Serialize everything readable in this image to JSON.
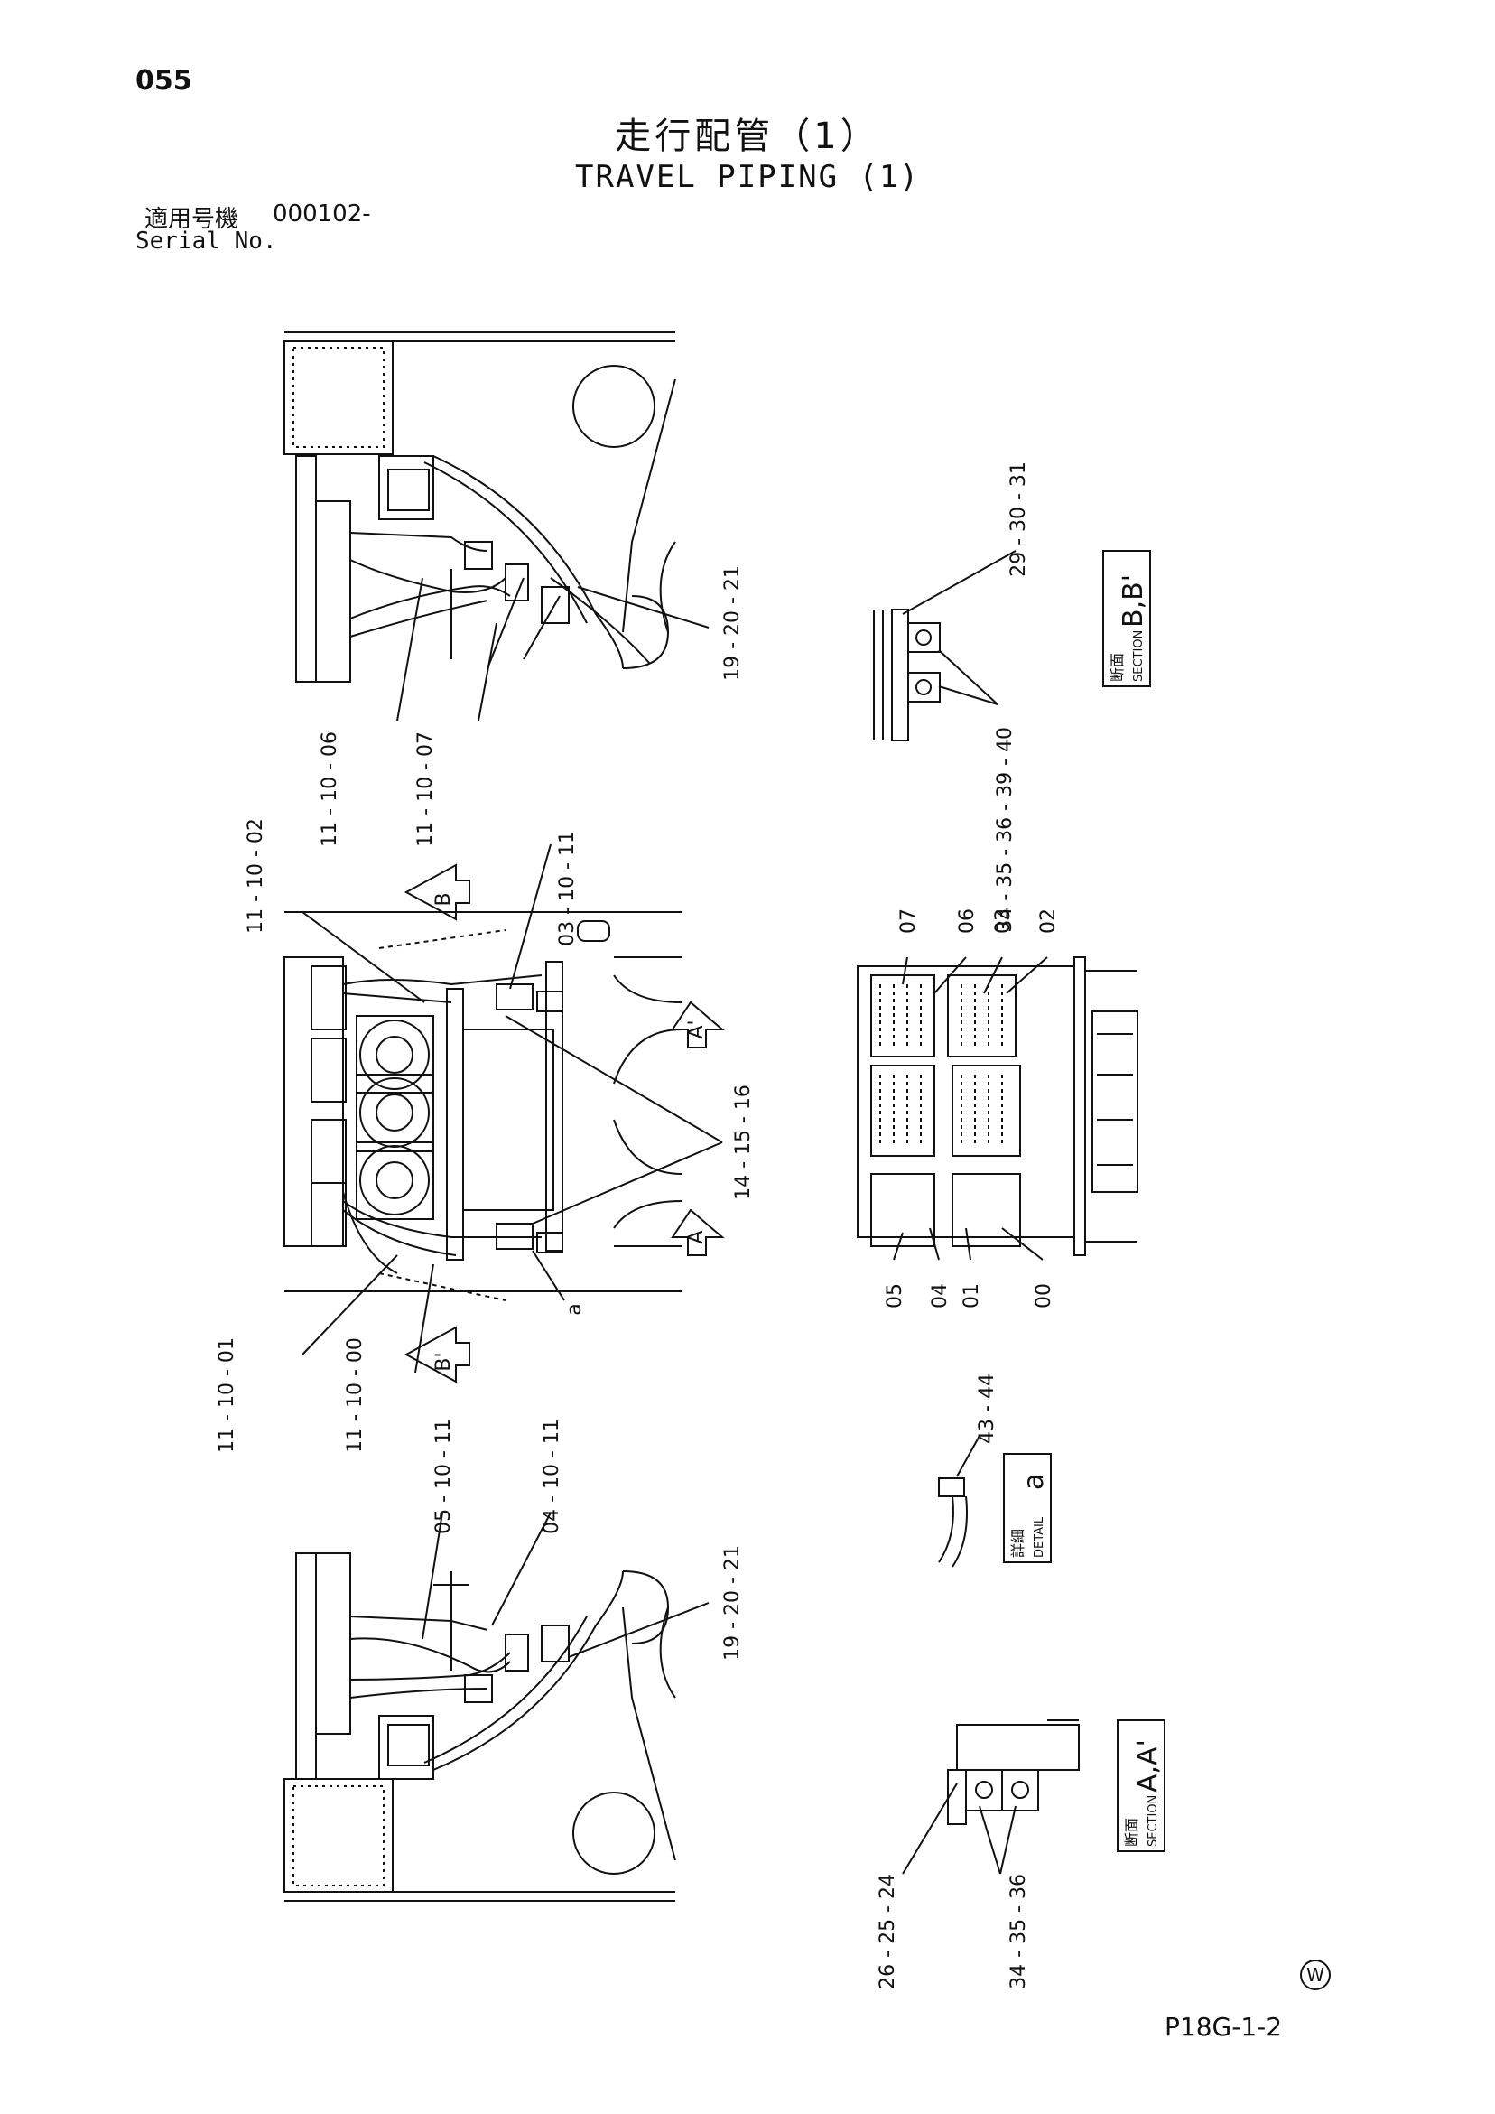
{
  "page_number": "055",
  "title_jp": "走行配管（1）",
  "title_en": "TRAVEL PIPING (1)",
  "serial": {
    "label_jp": "適用号機",
    "value": "000102-",
    "label_en": "Serial No."
  },
  "footer_code": "P18G-1-2",
  "watermark_letter": "W",
  "callouts": {
    "top_11_10_06": [
      "11",
      "10",
      "06"
    ],
    "top_11_10_07": [
      "11",
      "10",
      "07"
    ],
    "top_19_20_21": [
      "19",
      "20",
      "21"
    ],
    "secB_29_30_31": [
      "29",
      "30",
      "31"
    ],
    "secB_34_35_36_39_40": [
      "34",
      "35",
      "36",
      "39",
      "40"
    ],
    "mid_11_10_02": [
      "11",
      "10",
      "02"
    ],
    "mid_03_10_11": [
      "03",
      "10",
      "11"
    ],
    "mid_14_15_16": [
      "14",
      "15",
      "16"
    ],
    "mid_11_10_01": [
      "11",
      "10",
      "01"
    ],
    "mid_11_10_00": [
      "11",
      "10",
      "00"
    ],
    "mid_a": "a",
    "valve_07": "07",
    "valve_06": "06",
    "valve_03": "03",
    "valve_02": "02",
    "valve_05": "05",
    "valve_04": "04",
    "valve_01": "01",
    "valve_00": "00",
    "detail_43_44": [
      "43",
      "44"
    ],
    "bot_05_10_11": [
      "05",
      "10",
      "11"
    ],
    "bot_04_10_11": [
      "04",
      "10",
      "11"
    ],
    "bot_19_20_21": [
      "19",
      "20",
      "21"
    ],
    "secA_26_25_24": [
      "26",
      "25",
      "24"
    ],
    "secA_34_35_36": [
      "34",
      "35",
      "36"
    ]
  },
  "view_markers": {
    "B": "B",
    "A": "A",
    "B_prime": "B'",
    "A_prime": "A'"
  },
  "boxes": {
    "section_bb": {
      "jp": "断面",
      "en": "SECTION",
      "tag": "B,B'"
    },
    "detail_a": {
      "jp": "詳細",
      "en": "DETAIL",
      "tag": "a"
    },
    "section_aa": {
      "jp": "断面",
      "en": "SECTION",
      "tag": "A,A'"
    }
  }
}
